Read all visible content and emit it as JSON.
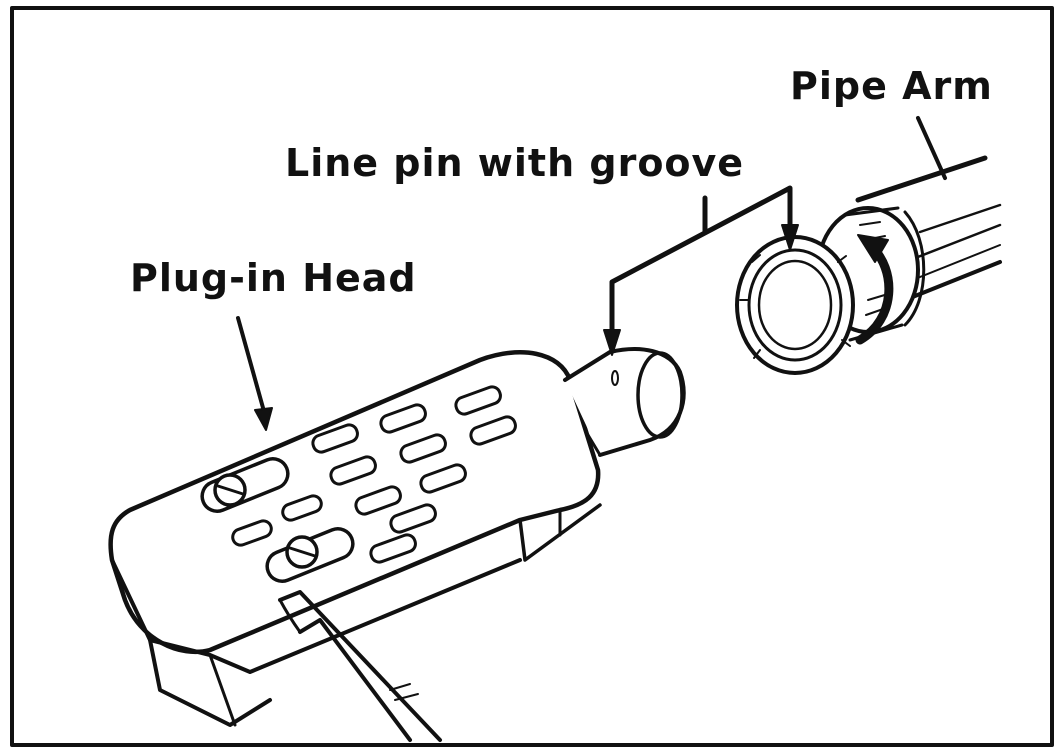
{
  "labels": {
    "pipe_arm": "Pipe Arm",
    "line_pin": "Line pin with groove",
    "plug_in_head": "Plug-in Head"
  },
  "colors": {
    "ink": "#111111",
    "paper": "#ffffff"
  }
}
